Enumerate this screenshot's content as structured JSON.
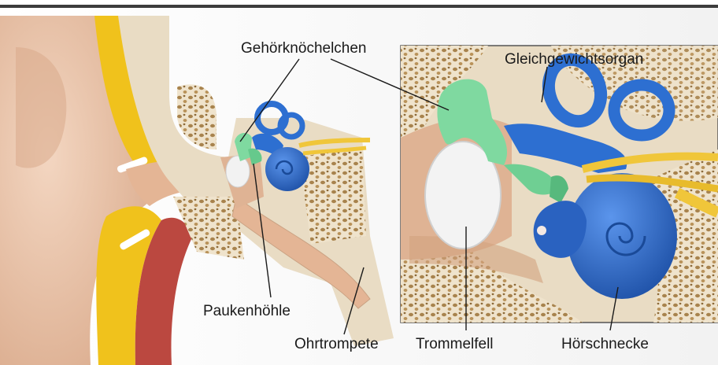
{
  "labels": {
    "gehoerknoechelchen": "Gehörknöchelchen",
    "gleichgewichtsorgan": "Gleichgewichtsorgan",
    "paukenhoehle": "Paukenhöhle",
    "ohrtrompete": "Ohrtrompete",
    "trommelfell": "Trommelfell",
    "hoerschnecke": "Hörschnecke"
  },
  "colors": {
    "skin": "#e8c2a6",
    "bone": "#e9dcc4",
    "spongy_bone": "#b7925c",
    "muscle": "#b6463f",
    "fat": "#f0c21c",
    "canal": "#e4b595",
    "ossicles": "#7fd9a0",
    "inner_ear": "#2d6fd1",
    "nerve": "#f0c63a",
    "eardrum": "#efefef",
    "outline": "#1a1a1a"
  }
}
